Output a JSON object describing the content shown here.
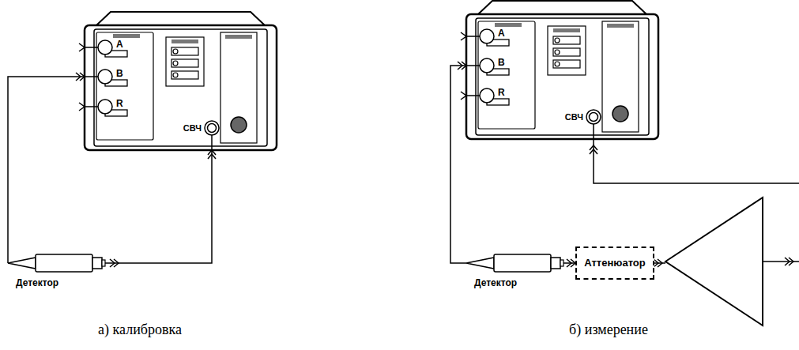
{
  "diagram": {
    "nodes": [
      {
        "text": [
          "A",
          "B",
          "R",
          "СВЧ"
        ]
      },
      {
        "text": [
          "Детектор"
        ]
      },
      {
        "text": [
          "A",
          "B",
          "R",
          "СВЧ"
        ]
      },
      {
        "text": [
          "Детектор"
        ]
      },
      {
        "text": [
          "Аттенюатор"
        ]
      }
    ],
    "edges": [
      {
        "from": 1,
        "to": 0,
        "arrow": "to"
      },
      {
        "from": 1,
        "to": 0,
        "arrow": "to"
      },
      {
        "from": 3,
        "to": 2,
        "arrow": "to"
      },
      {
        "from": 3,
        "to": 4,
        "arrow": "to"
      }
    ],
    "labels": [
      "а) калибровка",
      "б) измерение"
    ]
  }
}
